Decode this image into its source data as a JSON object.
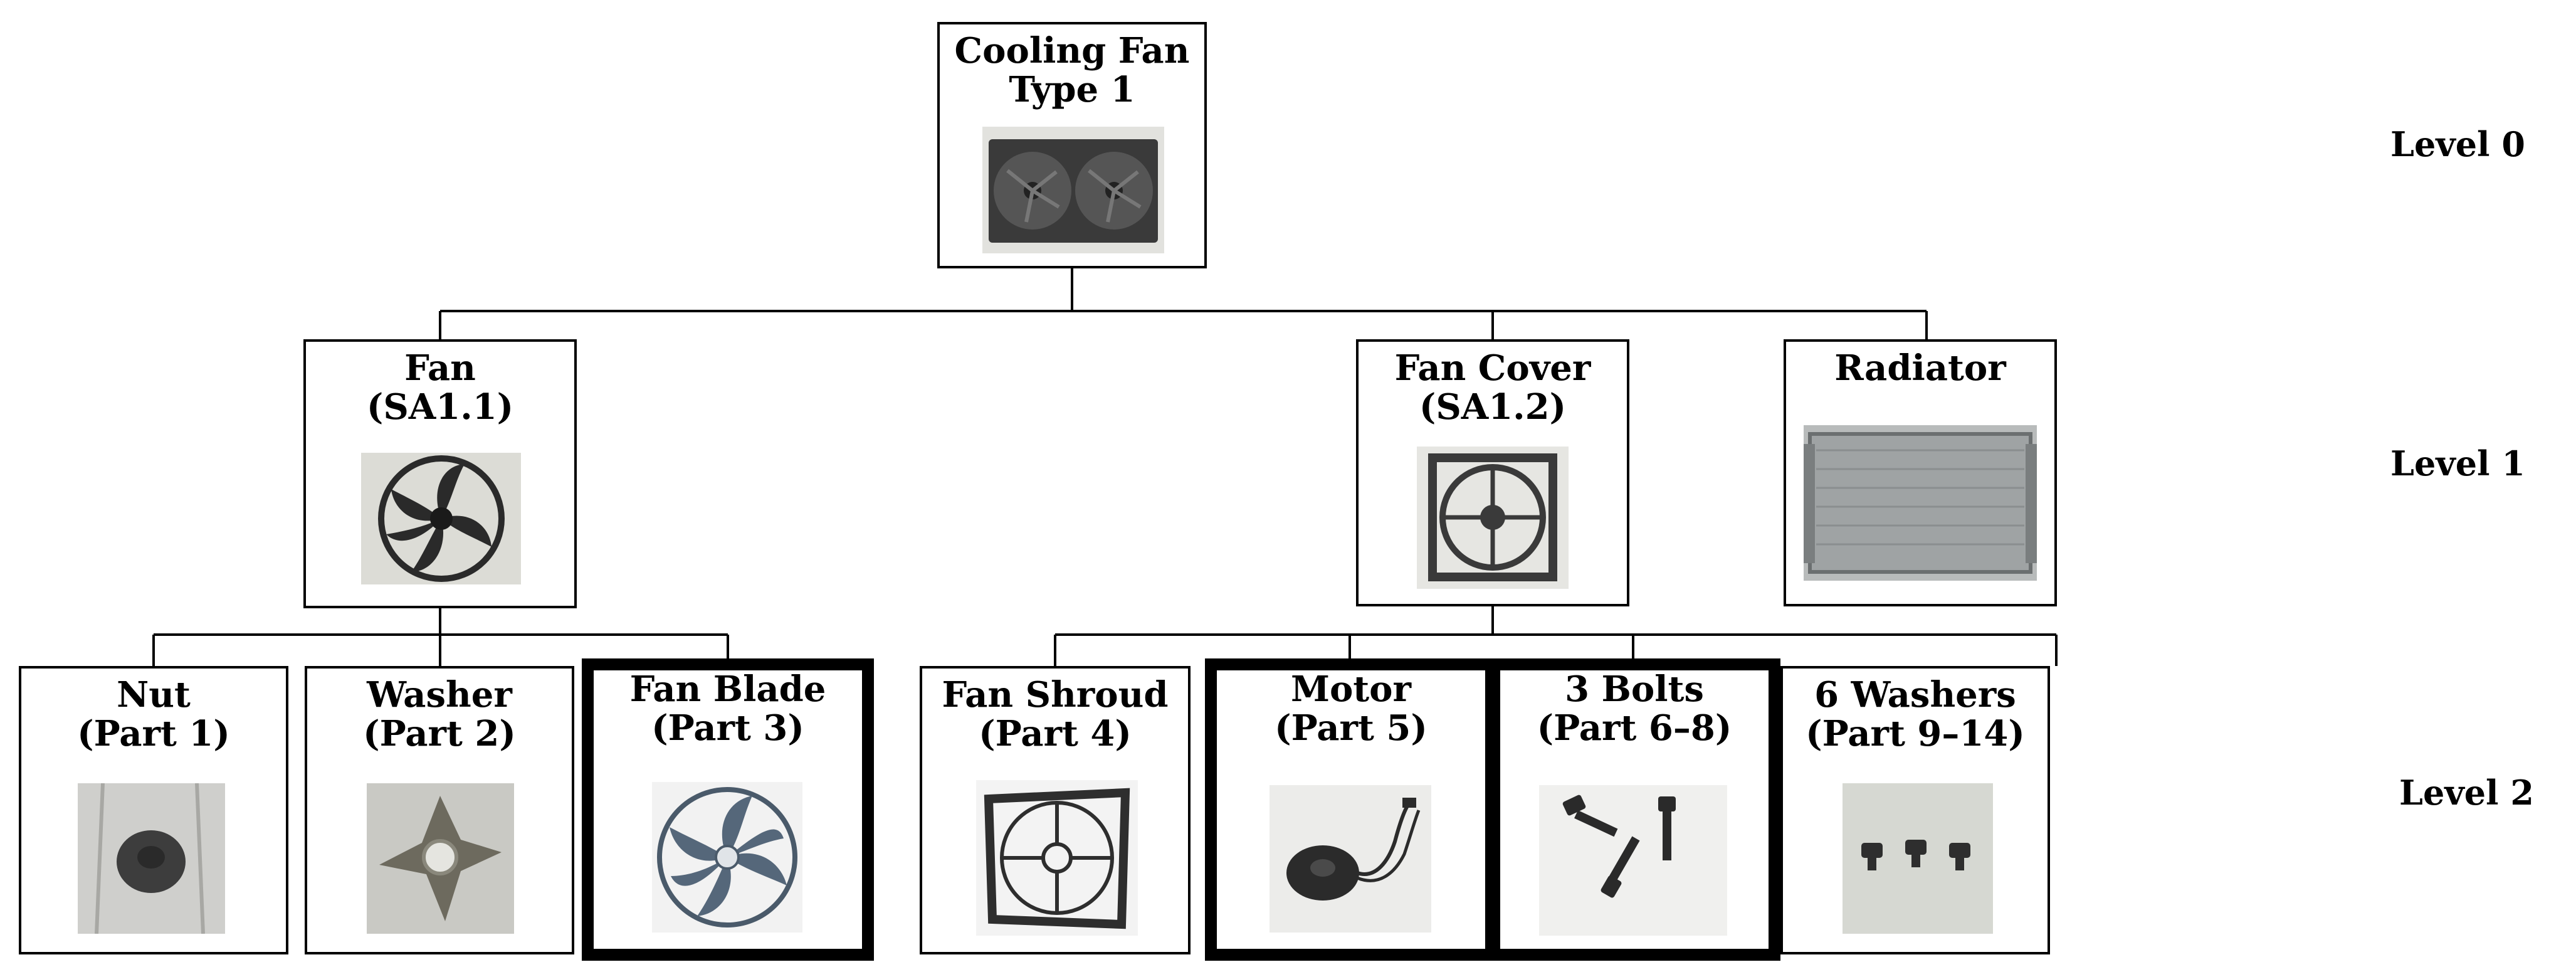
{
  "levels": [
    "Level 0",
    "Level 1",
    "Level 2"
  ],
  "nodes": {
    "root": {
      "line1": "Cooling Fan",
      "line2": "Type 1",
      "image": "cooling-fan-assembly-photo"
    },
    "fan": {
      "line1": "Fan",
      "line2": "(SA1.1)",
      "image": "fan-photo"
    },
    "fan_cover": {
      "line1": "Fan Cover",
      "line2": "(SA1.2)",
      "image": "fan-cover-photo"
    },
    "radiator": {
      "line1": "Radiator",
      "line2": "",
      "image": "radiator-photo"
    },
    "nut": {
      "line1": "Nut",
      "line2": "(Part 1)",
      "image": "nut-photo"
    },
    "washer": {
      "line1": "Washer",
      "line2": "(Part 2)",
      "image": "washer-photo"
    },
    "fan_blade": {
      "line1": "Fan Blade",
      "line2": "(Part 3)",
      "image": "fan-blade-photo",
      "highlighted": true
    },
    "fan_shroud": {
      "line1": "Fan Shroud",
      "line2": "(Part 4)",
      "image": "fan-shroud-photo"
    },
    "motor": {
      "line1": "Motor",
      "line2": "(Part 5)",
      "image": "motor-photo",
      "highlighted": true
    },
    "bolts": {
      "line1": "3 Bolts",
      "line2": "(Part 6–8)",
      "image": "bolts-photo",
      "highlighted": true
    },
    "washers6": {
      "line1": "6 Washers",
      "line2": "(Part 9–14)",
      "image": "washers-photo"
    }
  },
  "edges": [
    [
      "root",
      "fan"
    ],
    [
      "root",
      "fan_cover"
    ],
    [
      "root",
      "radiator"
    ],
    [
      "fan",
      "nut"
    ],
    [
      "fan",
      "washer"
    ],
    [
      "fan",
      "fan_blade"
    ],
    [
      "fan_cover",
      "fan_shroud"
    ],
    [
      "fan_cover",
      "motor"
    ],
    [
      "fan_cover",
      "bolts"
    ],
    [
      "fan_cover",
      "washers6"
    ]
  ]
}
